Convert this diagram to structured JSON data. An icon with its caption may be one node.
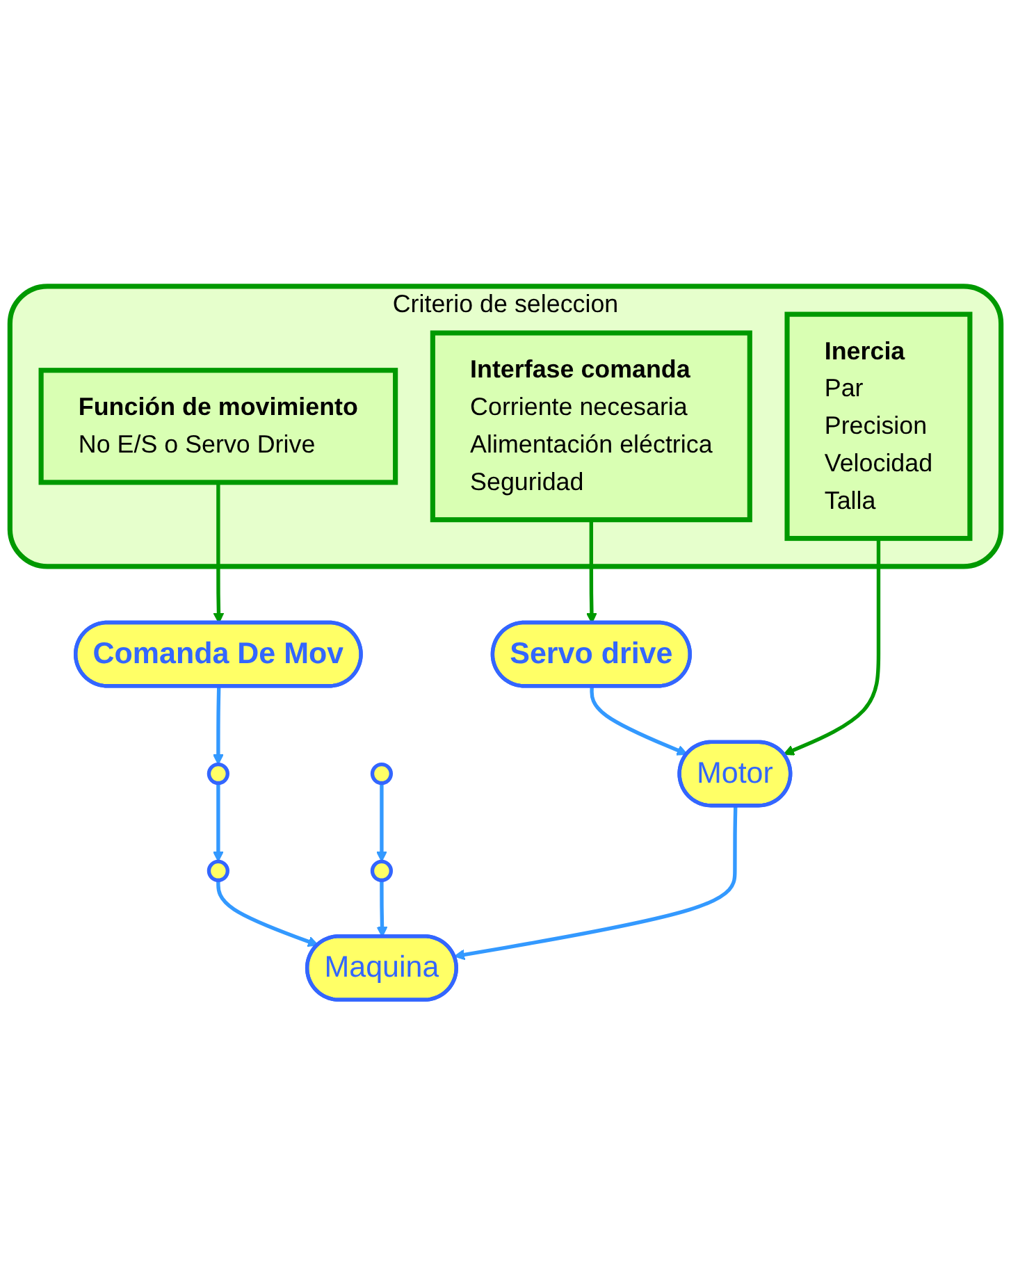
{
  "diagram": {
    "nodes": [
      {
        "text": [
          "Comanda De Mov"
        ]
      },
      {
        "text": [],
        "shape": "circle"
      },
      {
        "text": [],
        "shape": "circle"
      },
      {
        "text": [
          "Servo drive"
        ]
      },
      {
        "text": [],
        "shape": "circle"
      },
      {
        "text": [],
        "shape": "circle"
      },
      {
        "text": [
          "Motor"
        ]
      },
      {
        "text": [
          "Maquina"
        ]
      },
      {
        "text": [
          "Criterio de seleccion"
        ]
      },
      {
        "text": [
          "Función de movimiento",
          "No E/S o Servo Drive"
        ],
        "in": 8
      },
      {
        "text": [
          "Interfase comanda",
          "Corriente necesaria",
          "Alimentación eléctrica",
          "Seguridad"
        ],
        "in": 8
      },
      {
        "text": [
          "Inercia",
          "Par",
          "Precision",
          "Velocidad",
          "Talla"
        ],
        "in": 8
      }
    ],
    "edges": [
      {
        "from": 0,
        "to": 1,
        "arrow": "to"
      },
      {
        "from": 1,
        "to": 4,
        "arrow": "to"
      },
      {
        "from": 2,
        "to": 5,
        "arrow": "to"
      },
      {
        "from": 3,
        "to": 6,
        "arrow": "to"
      },
      {
        "from": 4,
        "to": 7,
        "arrow": "to"
      },
      {
        "from": 5,
        "to": 7,
        "arrow": "to"
      },
      {
        "from": 6,
        "to": 7,
        "arrow": "to"
      },
      {
        "from": 9,
        "to": 0,
        "arrow": "to",
        "color": "#009900"
      },
      {
        "from": 10,
        "to": 3,
        "arrow": "to",
        "color": "#009900"
      },
      {
        "from": 11,
        "to": 6,
        "arrow": "to",
        "color": "#009900"
      }
    ]
  }
}
